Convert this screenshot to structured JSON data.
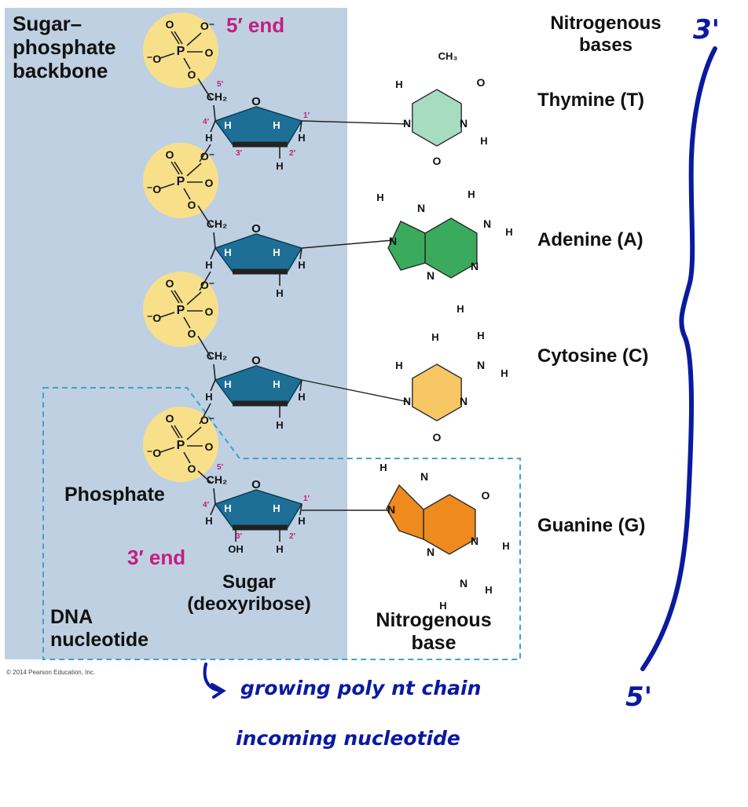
{
  "labels": {
    "backbone": "Sugar–\nphosphate\nbackbone",
    "five_end": "5′ end",
    "three_end": "3′ end",
    "phosphate": "Phosphate",
    "sugar": "Sugar\n(deoxyribose)",
    "dna_nucleotide": "DNA\nnucleotide",
    "nitro_base": "Nitrogenous\nbase",
    "nitro_bases": "Nitrogenous\nbases",
    "copyright": "© 2014 Pearson Education, Inc."
  },
  "bases": [
    {
      "name": "Thymine (T)",
      "color": "#a8dcc0"
    },
    {
      "name": "Adenine (A)",
      "color": "#3aaa5c"
    },
    {
      "name": "Cytosine (C)",
      "color": "#f7c766"
    },
    {
      "name": "Guanine (G)",
      "color": "#ef8a1f"
    }
  ],
  "handwriting": {
    "three_prime": "3'",
    "five_prime": "5'",
    "note_line1": "growing poly nt chain",
    "note_line2": "incoming nucleotide"
  },
  "atoms": {
    "O": "O",
    "P": "P",
    "H": "H",
    "N": "N",
    "CH2": "CH₂",
    "CH3": "CH₃",
    "OH": "OH",
    "Ominus": "⁻O",
    "Ominus_r": "O⁻",
    "p5": "5′",
    "p4": "4′",
    "p3": "3′",
    "p2": "2′",
    "p1": "1′"
  },
  "colors": {
    "backbone_panel": "#bfd0e2",
    "phosphate": "#f8e08a",
    "sugar": "#1e6f96",
    "sugar_dark": "#111111",
    "ink": "#0a1aa0",
    "prime_label": "#c21f7c",
    "dashed": "#3fa4c8"
  }
}
